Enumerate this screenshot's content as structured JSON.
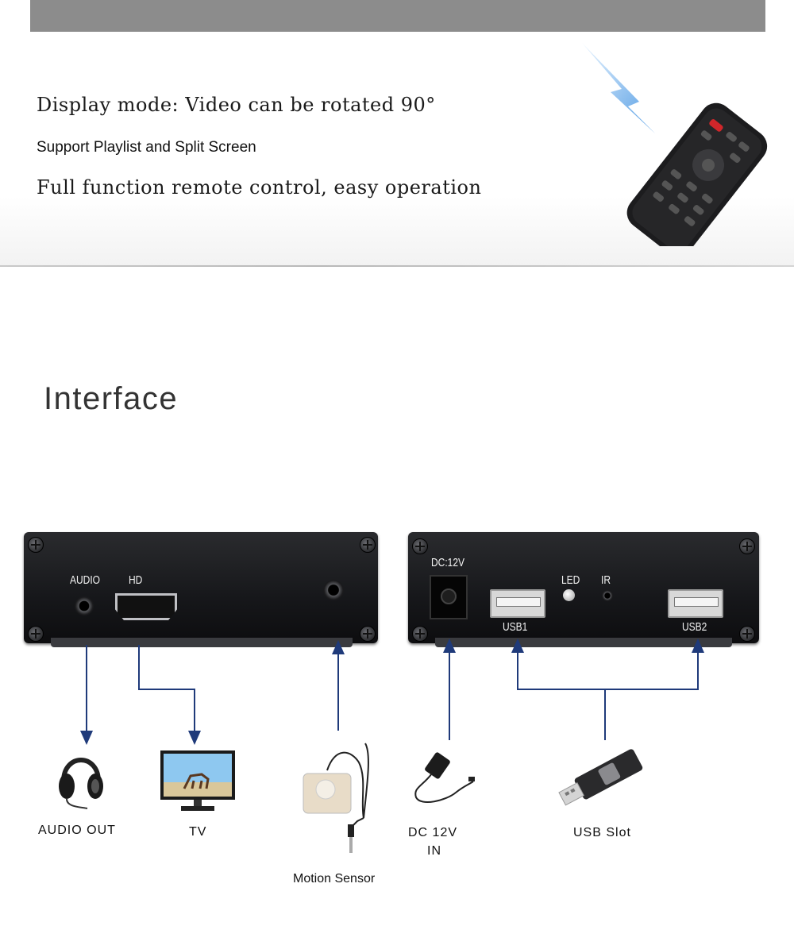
{
  "features": {
    "line1": "Display mode: Video can be rotated 90°",
    "line2": "Support Playlist and Split Screen",
    "line3": "Full function remote control, easy operation"
  },
  "section": {
    "title": "Interface"
  },
  "device_left": {
    "audio_label": "AUDIO",
    "hd_label": "HD"
  },
  "device_right": {
    "dc_label": "DC:12V",
    "led_label": "LED",
    "ir_label": "IR",
    "usb1_label": "USB1",
    "usb2_label": "USB2"
  },
  "accessories": {
    "audio_out": "AUDIO OUT",
    "tv": "TV",
    "motion_sensor": "Motion Sensor",
    "dc_line1": "DC 12V",
    "dc_line2": "IN",
    "usb_slot": "USB Slot"
  },
  "colors": {
    "connector_line": "#1f3a7a",
    "device_body": "#1a1b1e"
  }
}
